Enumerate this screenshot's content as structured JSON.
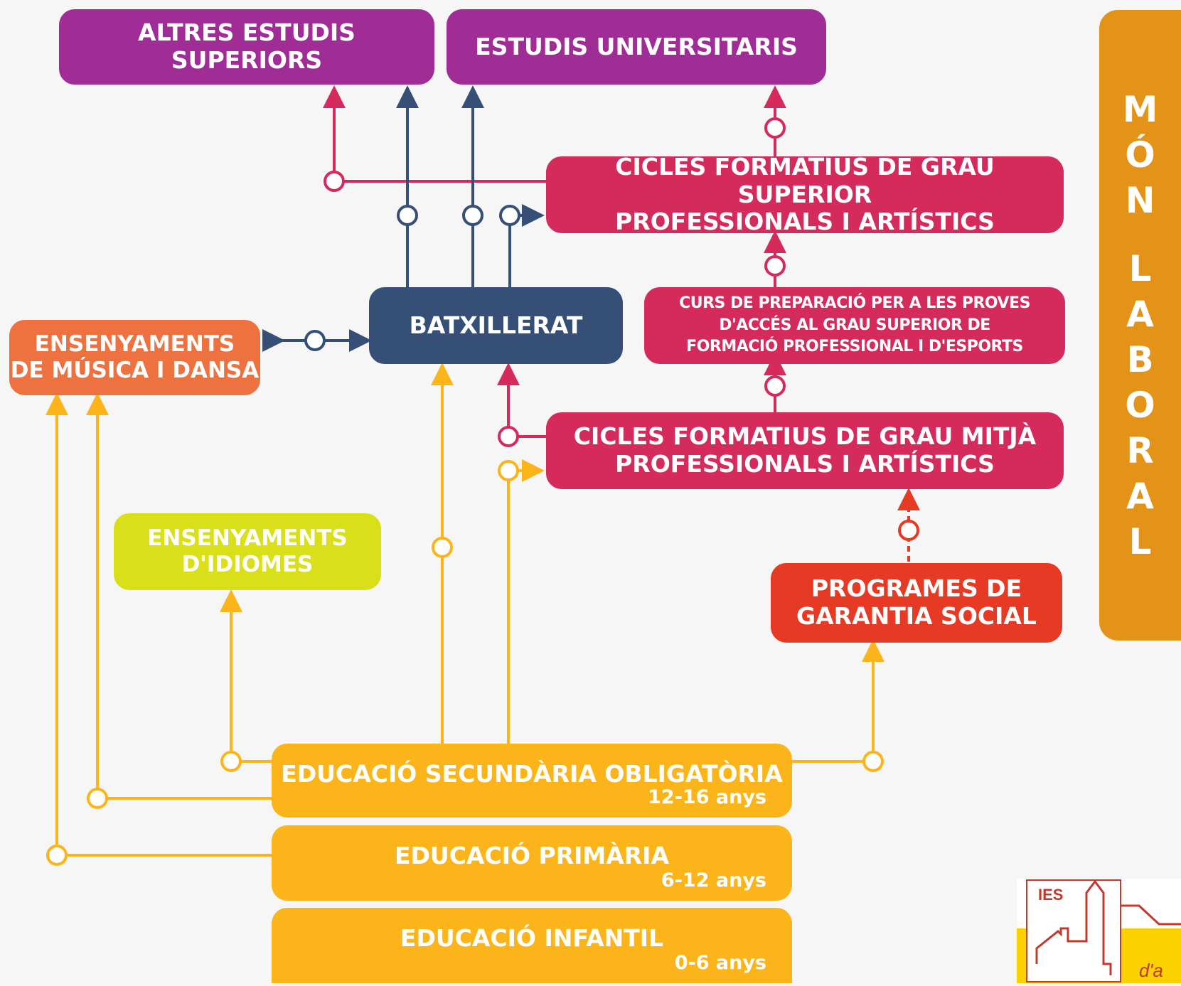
{
  "boxes": {
    "altres": "ALTRES ESTUDIS SUPERIORS",
    "universitaris": "ESTUDIS UNIVERSITARIS",
    "cfgs_line1": "CICLES FORMATIUS DE GRAU SUPERIOR",
    "cfgs_line2": "PROFESSIONALS I ARTÍSTICS",
    "batxillerat": "BATXILLERAT",
    "curs_line1": "CURS DE PREPARACIÓ PER A LES PROVES",
    "curs_line2": "D'ACCÉS AL GRAU SUPERIOR DE",
    "curs_line3": "FORMACIÓ PROFESSIONAL I D'ESPORTS",
    "musica_line1": "ENSENYAMENTS",
    "musica_line2": "DE MÚSICA I DANSA",
    "cfgm_line1": "CICLES FORMATIUS DE GRAU MITJÀ",
    "cfgm_line2": "PROFESSIONALS I ARTÍSTICS",
    "idiomes_line1": "ENSENYAMENTS",
    "idiomes_line2": "D'IDIOMES",
    "garantia_line1": "PROGRAMES DE",
    "garantia_line2": "GARANTIA SOCIAL",
    "eso": "EDUCACIÓ SECUNDÀRIA OBLIGATÒRIA",
    "eso_age": "12-16 anys",
    "primaria": "EDUCACIÓ PRIMÀRIA",
    "primaria_age": "6-12 anys",
    "infantil": "EDUCACIÓ INFANTIL",
    "infantil_age": "0-6 anys"
  },
  "side_banner": {
    "word1": [
      "M",
      "Ó",
      "N"
    ],
    "word2": [
      "L",
      "A",
      "B",
      "O",
      "R",
      "A",
      "L"
    ]
  },
  "logo": {
    "text": "IES",
    "subtext": "d'a"
  },
  "colors": {
    "purple": "#a02c96",
    "crimson": "#d42a5c",
    "navy": "#354f76",
    "coral": "#ee7140",
    "lime": "#d9df19",
    "red": "#e63a24",
    "gold": "#fbb51b",
    "orange": "#e39318"
  }
}
